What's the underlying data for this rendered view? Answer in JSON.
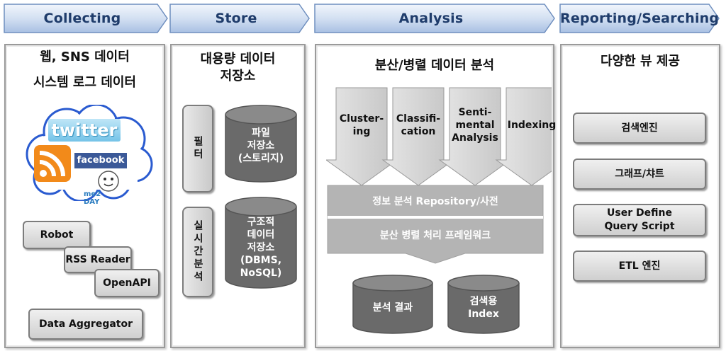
{
  "stages": [
    {
      "label": "Collecting"
    },
    {
      "label": "Store"
    },
    {
      "label": "Analysis"
    },
    {
      "label": "Reporting/Searching"
    }
  ],
  "collecting": {
    "title_line1": "웹, SNS 데이터",
    "title_line2": "시스템 로그 데이터",
    "logos": {
      "twitter": "twitter",
      "facebook": "facebook",
      "me2day": "me2",
      "me2day_sub": "DAY"
    },
    "tools": [
      "Robot",
      "RSS Reader",
      "OpenAPI"
    ],
    "aggregator": "Data Aggregator"
  },
  "store": {
    "title_line1": "대용량 데이터",
    "title_line2": "저장소",
    "filter": "필터",
    "realtime": "실시간분석",
    "cyl_file": {
      "l1": "파일",
      "l2": "저장소",
      "l3": "(스토리지)"
    },
    "cyl_struct": {
      "l1": "구조적",
      "l2": "데이터",
      "l3": "저장소",
      "l4": "(DBMS,",
      "l5": "NoSQL)"
    }
  },
  "analysis": {
    "title": "분산/병렬 데이터 분석",
    "algorithms": [
      {
        "l1": "Cluster-",
        "l2": "ing",
        "l3": ""
      },
      {
        "l1": "Classifi-",
        "l2": "cation",
        "l3": ""
      },
      {
        "l1": "Senti-",
        "l2": "mental",
        "l3": "Analysis"
      },
      {
        "l1": "Indexing",
        "l2": "",
        "l3": ""
      }
    ],
    "repository": "정보 분석 Repository/사전",
    "framework": "분산 병렬 처리 프레임워크",
    "result": "분석 결과",
    "index_l1": "검색용",
    "index_l2": "Index"
  },
  "reporting": {
    "title": "다양한 뷰 제공",
    "items": [
      {
        "l1": "검색엔진",
        "l2": ""
      },
      {
        "l1": "그래프/챠트",
        "l2": ""
      },
      {
        "l1": "User Define",
        "l2": "Query Script"
      },
      {
        "l1": "ETL 엔진",
        "l2": ""
      }
    ]
  },
  "colors": {
    "stage_fill_top": "#e9f0fa",
    "stage_fill_bottom": "#b3c9e8",
    "stage_text": "#1f3c6b",
    "cylinder": "#666666",
    "band": "#b8b8b8"
  }
}
